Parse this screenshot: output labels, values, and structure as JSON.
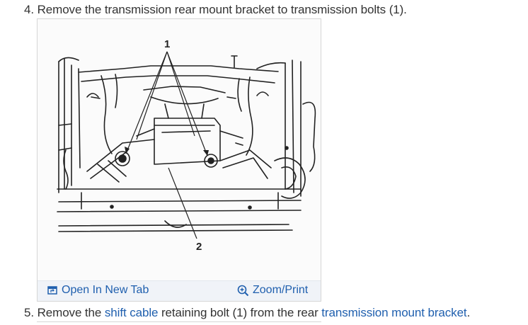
{
  "steps": {
    "step4": {
      "number": "4.",
      "text": "Remove the transmission rear mount bracket to transmission bolts (1)."
    },
    "step5": {
      "number": "5.",
      "text_before": "Remove the",
      "link1": "shift cable",
      "text_middle": "retaining bolt (1) from the rear",
      "link2": "transmission mount bracket",
      "text_after": "."
    }
  },
  "figure": {
    "callouts": [
      "1",
      "2"
    ],
    "open_tab_label": "Open In New Tab",
    "zoom_label": "Zoom/Print",
    "open_tab_icon": "open-new-tab-icon",
    "zoom_icon": "magnifier-plus-icon"
  },
  "colors": {
    "link": "#1f5fae",
    "text": "#333333",
    "bar": "#f0f3f8"
  }
}
